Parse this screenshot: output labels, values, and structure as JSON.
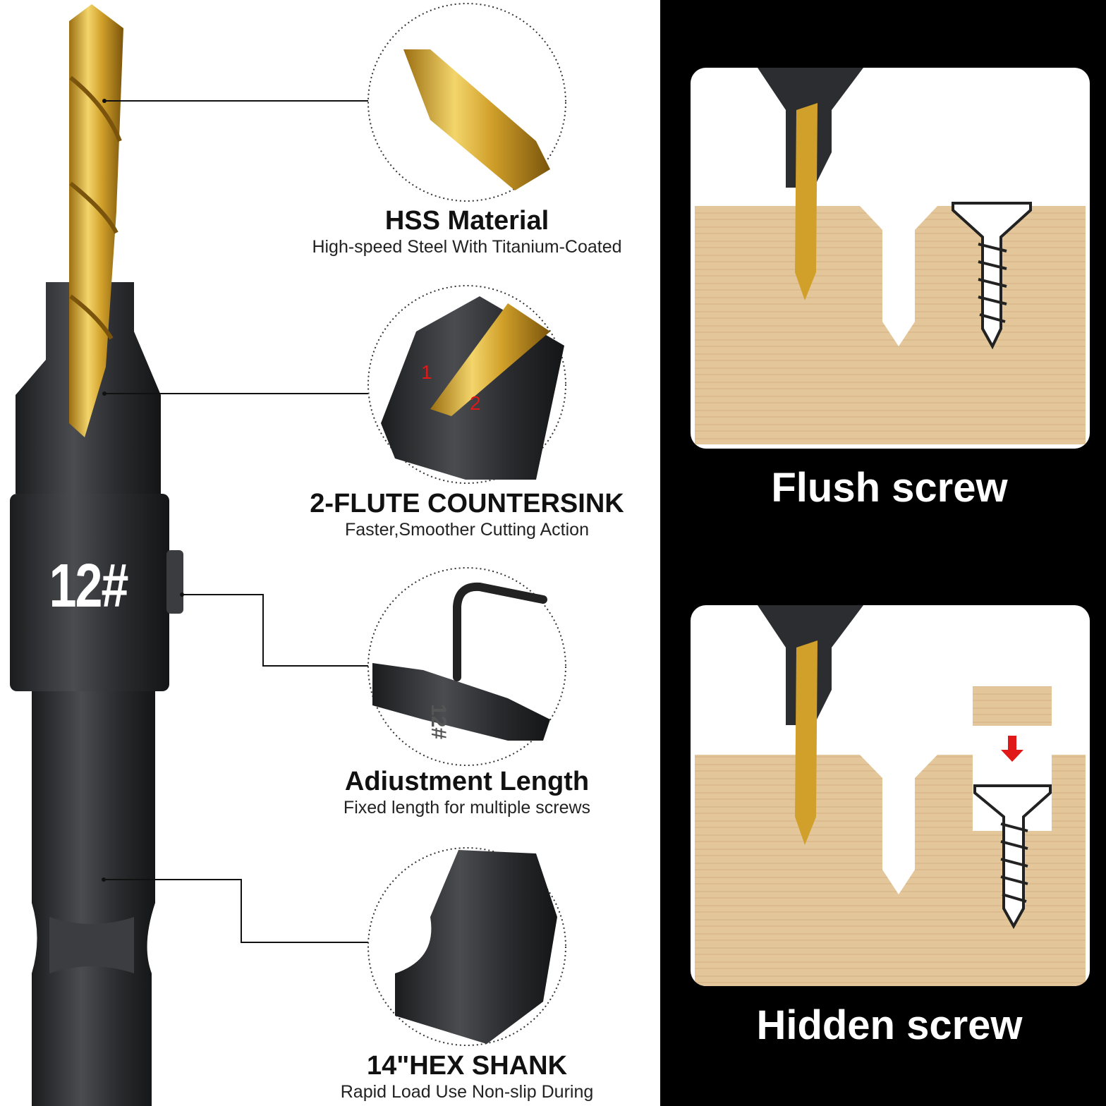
{
  "bit": {
    "size_label": "12#"
  },
  "features": [
    {
      "title": "HSS Material",
      "subtitle": "High-speed Steel With Titanium-Coated"
    },
    {
      "title": "2-FLUTE COUNTERSINK",
      "subtitle": "Faster,Smoother Cutting Action",
      "flute_numbers": [
        "1",
        "2"
      ]
    },
    {
      "title": "Adiustment Length",
      "subtitle": "Fixed length for multiple screws",
      "engraving": "12#"
    },
    {
      "title": "14\"HEX SHANK",
      "subtitle": "Rapid Load Use Non-slip During"
    }
  ],
  "panels": [
    {
      "caption": "Flush screw"
    },
    {
      "caption": "Hidden screw"
    }
  ],
  "colors": {
    "gold": "#d9a92b",
    "steel": "#2b2d30",
    "wood": "#e3c79b",
    "arrow": "#e01818"
  },
  "icons": [
    "drill-bit-icon",
    "screw-icon",
    "down-arrow-icon",
    "hex-key-icon"
  ]
}
